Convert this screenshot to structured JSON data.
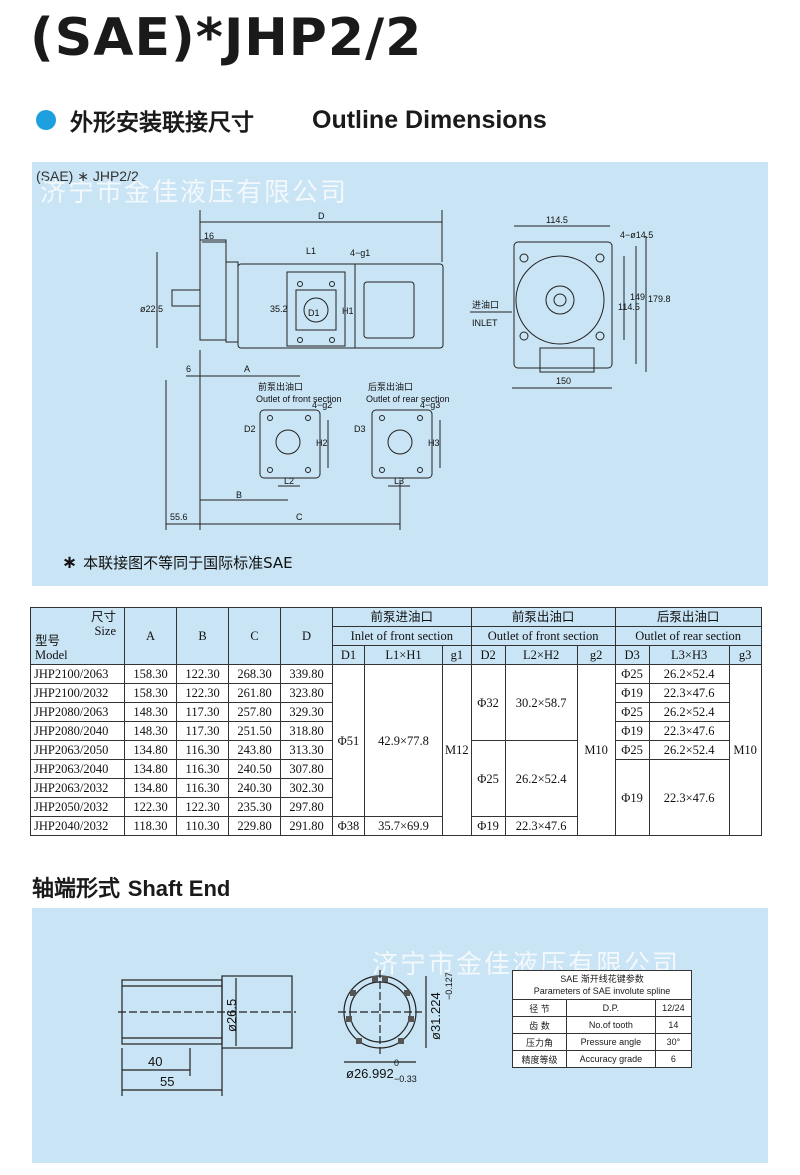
{
  "header": {
    "title": "(SAE)*JHP2/2"
  },
  "section_outline": {
    "cn": "外形安装联接尺寸",
    "en": "Outline Dimensions"
  },
  "drawing": {
    "label": "(SAE) ∗ JHP2/2",
    "watermark": "济宁市金佳液压有限公司",
    "dims": {
      "D": "D",
      "d16": "16",
      "L1": "L1",
      "g1": "4−g1",
      "d35": "35.2",
      "D1": "D1",
      "H1": "H1",
      "shaft": "ø22.5",
      "d6": "6",
      "A": "A",
      "B": "B",
      "C": "C",
      "d55": "55.6",
      "front_cn": "前泵出油口",
      "front_en": "Outlet of front section",
      "rear_cn": "后泵出油口",
      "rear_en": "Outlet of rear section",
      "g2": "4−g2",
      "g3": "4−g3",
      "D2": "D2",
      "H2": "H2",
      "L2": "L2",
      "D3": "D3",
      "H3": "H3",
      "L3": "L3",
      "d114": "114.5",
      "bolt": "4−ø14.5",
      "inlet_cn": "进油口",
      "inlet_en": "INLET",
      "v114": "114.5",
      "v149": "149",
      "v179": "179.8",
      "d150": "150"
    },
    "note": "本联接图不等同于国际标准SAE",
    "note_mark": "∗"
  },
  "table": {
    "h_size": "尺寸",
    "h_size_en": "Size",
    "h_model_cn": "型号",
    "h_model_en": "Model",
    "cols": [
      "A",
      "B",
      "C",
      "D"
    ],
    "inlet_front_cn": "前泵进油口",
    "inlet_front_en": "Inlet of front section",
    "outlet_front_cn": "前泵出油口",
    "outlet_front_en": "Outlet of front section",
    "outlet_rear_cn": "后泵出油口",
    "outlet_rear_en": "Outlet of rear section",
    "sub": [
      "D1",
      "L1×H1",
      "g1",
      "D2",
      "L2×H2",
      "g2",
      "D3",
      "L3×H3",
      "g3"
    ],
    "rows": [
      {
        "model": "JHP2100/2063",
        "A": "158.30",
        "B": "122.30",
        "C": "268.30",
        "D": "339.80"
      },
      {
        "model": "JHP2100/2032",
        "A": "158.30",
        "B": "122.30",
        "C": "261.80",
        "D": "323.80"
      },
      {
        "model": "JHP2080/2063",
        "A": "148.30",
        "B": "117.30",
        "C": "257.80",
        "D": "329.30"
      },
      {
        "model": "JHP2080/2040",
        "A": "148.30",
        "B": "117.30",
        "C": "251.50",
        "D": "318.80"
      },
      {
        "model": "JHP2063/2050",
        "A": "134.80",
        "B": "116.30",
        "C": "243.80",
        "D": "313.30"
      },
      {
        "model": "JHP2063/2040",
        "A": "134.80",
        "B": "116.30",
        "C": "240.50",
        "D": "307.80"
      },
      {
        "model": "JHP2063/2032",
        "A": "134.80",
        "B": "116.30",
        "C": "240.30",
        "D": "302.30"
      },
      {
        "model": "JHP2050/2032",
        "A": "122.30",
        "B": "122.30",
        "C": "235.30",
        "D": "297.80"
      },
      {
        "model": "JHP2040/2032",
        "A": "118.30",
        "B": "110.30",
        "C": "229.80",
        "D": "291.80"
      }
    ],
    "in_front": {
      "D1a": "Φ51",
      "L1H1a": "42.9×77.8",
      "g1": "M12",
      "D1b": "Φ38",
      "L1H1b": "35.7×69.9"
    },
    "out_front": {
      "D2a": "Φ32",
      "L2H2a": "30.2×58.7",
      "D2b": "Φ25",
      "L2H2b": "26.2×52.4",
      "D2c": "Φ19",
      "L2H2c": "22.3×47.6",
      "g2": "M10"
    },
    "out_rear": {
      "r1d": "Φ25",
      "r1v": "26.2×52.4",
      "r2d": "Φ19",
      "r2v": "22.3×47.6",
      "r3d": "Φ25",
      "r3v": "26.2×52.4",
      "r4d": "Φ19",
      "r4v": "22.3×47.6",
      "r5d": "Φ25",
      "r5v": "26.2×52.4",
      "r6d": "Φ19",
      "r6v": "22.3×47.6",
      "g3": "M10"
    }
  },
  "section_shaft": {
    "cn": "轴端形式",
    "en": "Shaft  End"
  },
  "shaft": {
    "d_outer": "ø26.5",
    "len40": "40",
    "len55": "55",
    "spline_major": "ø31.224",
    "spline_tol": "−0.127",
    "spline_minor": "ø26.992",
    "minor_tol": "−0.33",
    "minor_tol_top": "0"
  },
  "spline_table": {
    "title_cn": "SAE 渐开线花键参数",
    "title_en": "Parameters of  SAE involute spline",
    "rows": [
      {
        "cn": "径 节",
        "en": "D.P.",
        "val": "12/24"
      },
      {
        "cn": "齿 数",
        "en": "No.of tooth",
        "val": "14"
      },
      {
        "cn": "压力角",
        "en": "Pressure angle",
        "val": "30°"
      },
      {
        "cn": "精度等级",
        "en": "Accuracy grade",
        "val": "6"
      }
    ]
  }
}
